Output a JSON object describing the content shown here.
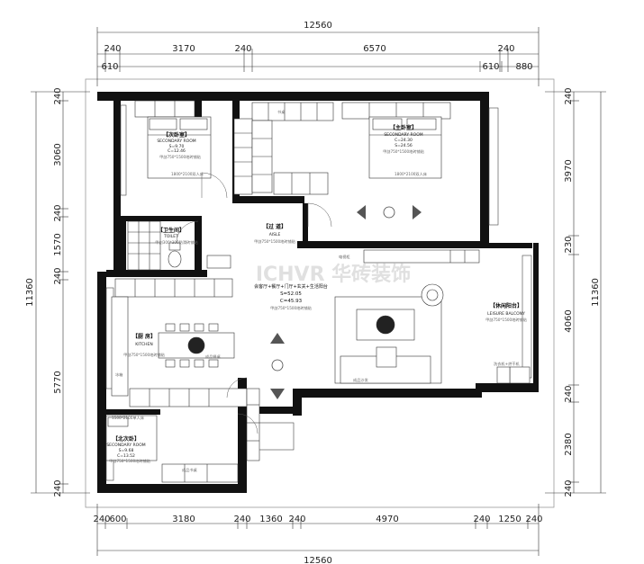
{
  "dimensions": {
    "top_total": "12560",
    "top_row": [
      "240",
      "3170",
      "240",
      "6570",
      "240"
    ],
    "top_sub_left": "610",
    "top_sub_right": [
      "610",
      "880"
    ],
    "bottom_row": [
      "240",
      "600",
      "3180",
      "240",
      "1360",
      "240",
      "4970",
      "240",
      "1250",
      "240"
    ],
    "bottom_total": "12560",
    "left_col": [
      "240",
      "3060",
      "240",
      "1570",
      "240",
      "5770",
      "240"
    ],
    "left_total": "11360",
    "right_col": [
      "240",
      "3970",
      "230",
      "4060",
      "240",
      "2380",
      "240"
    ],
    "right_total": "11360"
  },
  "rooms": {
    "bedroom_right": {
      "cn": "【主卧室】",
      "en": "SECONDARY ROOM",
      "s": "C=24.30",
      "c": "S=24.56",
      "floor": "甲剖750*1500地砖铺贴",
      "bed": "1800*2100双人床"
    },
    "bedroom_left": {
      "cn": "【次卧室】",
      "en": "SECONDARY ROOM",
      "s": "S=9.70",
      "c": "C=12.46",
      "floor": "甲剖750*1500地砖铺贴",
      "bed": "1800*2100双人床"
    },
    "toilet": {
      "cn": "【卫生间】",
      "en": "TOILET",
      "floor": "甲剖300*300防滑砖铺贴"
    },
    "aisle": {
      "cn": "【过 道】",
      "en": "AISLE",
      "floor": "甲剖750*1500地砖铺贴"
    },
    "living": {
      "cn": "会客厅+餐厅+门厅+玄关+生活阳台",
      "s": "S=52.05",
      "c": "C=45.93",
      "floor": "甲剖750*1500地砖铺贴"
    },
    "kitchen": {
      "cn": "【厨 房】",
      "en": "KITCHEN",
      "floor": "甲剖750*1500地砖铺贴"
    },
    "balcony": {
      "cn": "【休闲阳台】",
      "en": "LEISURE BALCONY",
      "floor": "甲剖750*1500地砖铺贴"
    },
    "north_bedroom": {
      "cn": "【北次卧】",
      "en": "SECONDARY ROOM",
      "s": "S=9.68",
      "c": "C=13.52",
      "floor": "甲剖750*1500地砖铺贴",
      "bed": "1500*2100单人床"
    }
  },
  "labels": {
    "tv_cabinet": "电视柜",
    "sofa": "成品沙发",
    "washer": "洗衣机+烘干机",
    "desk": "成品书桌",
    "dining": "成品餐桌",
    "desk_top": "书桌",
    "fridge": "冰箱"
  },
  "watermark": "ICHVR 华砖装饰"
}
